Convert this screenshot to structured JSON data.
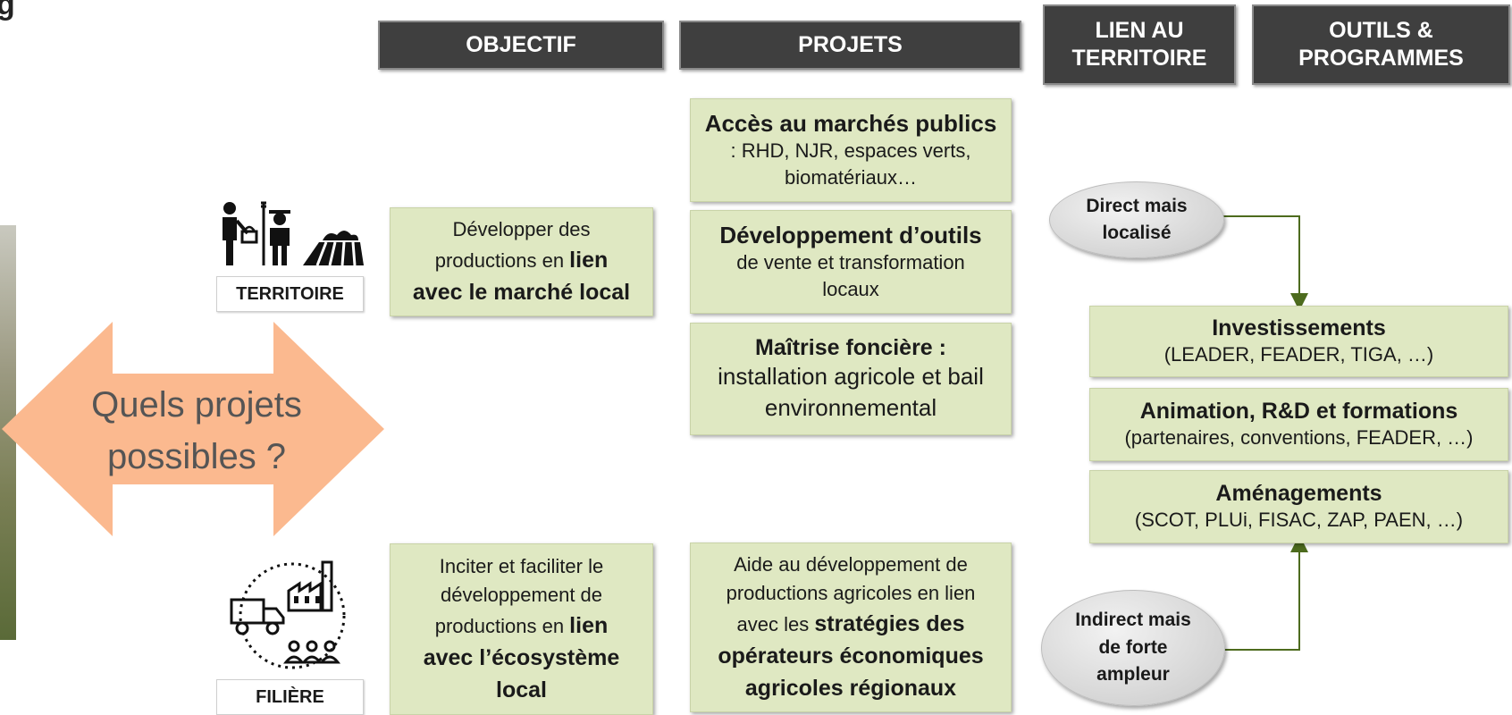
{
  "headers": {
    "objectif": "OBJECTIF",
    "projets": "PROJETS",
    "lien_line1": "LIEN AU",
    "lien_line2": "TERRITOIRE",
    "outils_line1": "OUTILS &",
    "outils_line2": "PROGRAMMES"
  },
  "center_arrow": {
    "line1": "Quels projets",
    "line2": "possibles ?",
    "color": "#fbb98f"
  },
  "territoire": {
    "caption": "TERRITOIRE",
    "icon": "farmer-market-icon",
    "objectif": {
      "line1": "Développer des",
      "line2_pre": "productions en ",
      "line2_bold": "lien",
      "line3_bold": "avec le marché local"
    }
  },
  "filiere": {
    "caption": "FILIÈRE",
    "icon": "supply-chain-icon",
    "objectif": {
      "line1": "Inciter et faciliter le",
      "line2": "développement de",
      "line3_pre": "productions en ",
      "line3_bold": "lien",
      "line4_bold": "avec l’écosystème",
      "line5_bold": "local"
    }
  },
  "projets": {
    "marches": {
      "title": "Accès au marchés publics",
      "line1": ": RHD, NJR, espaces verts,",
      "line2": "biomatériaux…"
    },
    "outils": {
      "title": "Développement d’outils",
      "line1": "de vente et transformation",
      "line2": "locaux"
    },
    "fonciere": {
      "title": "Maîtrise foncière :",
      "line1": "installation agricole et bail",
      "line2": "environnemental"
    },
    "aide": {
      "line1": "Aide au développement de",
      "line2": "productions agricoles en lien",
      "line3_pre": "avec les ",
      "line3_bold": "stratégies des",
      "line4_bold": "opérateurs économiques",
      "line5_bold": "agricoles régionaux"
    }
  },
  "lien": {
    "direct_line1": "Direct mais",
    "direct_line2": "localisé",
    "indirect_line1": "Indirect mais",
    "indirect_line2": "de forte",
    "indirect_line3": "ampleur",
    "connector_color": "#4d6b1e"
  },
  "outils_programmes": {
    "investissements": {
      "title": "Investissements",
      "sub": "(LEADER, FEADER, TIGA, …)"
    },
    "animation": {
      "title": "Animation, R&D et formations",
      "sub": "(partenaires, conventions, FEADER, …)"
    },
    "amenagements": {
      "title": "Aménagements",
      "sub": "(SCOT, PLUi, FISAC, ZAP, PAEN, …)"
    }
  }
}
